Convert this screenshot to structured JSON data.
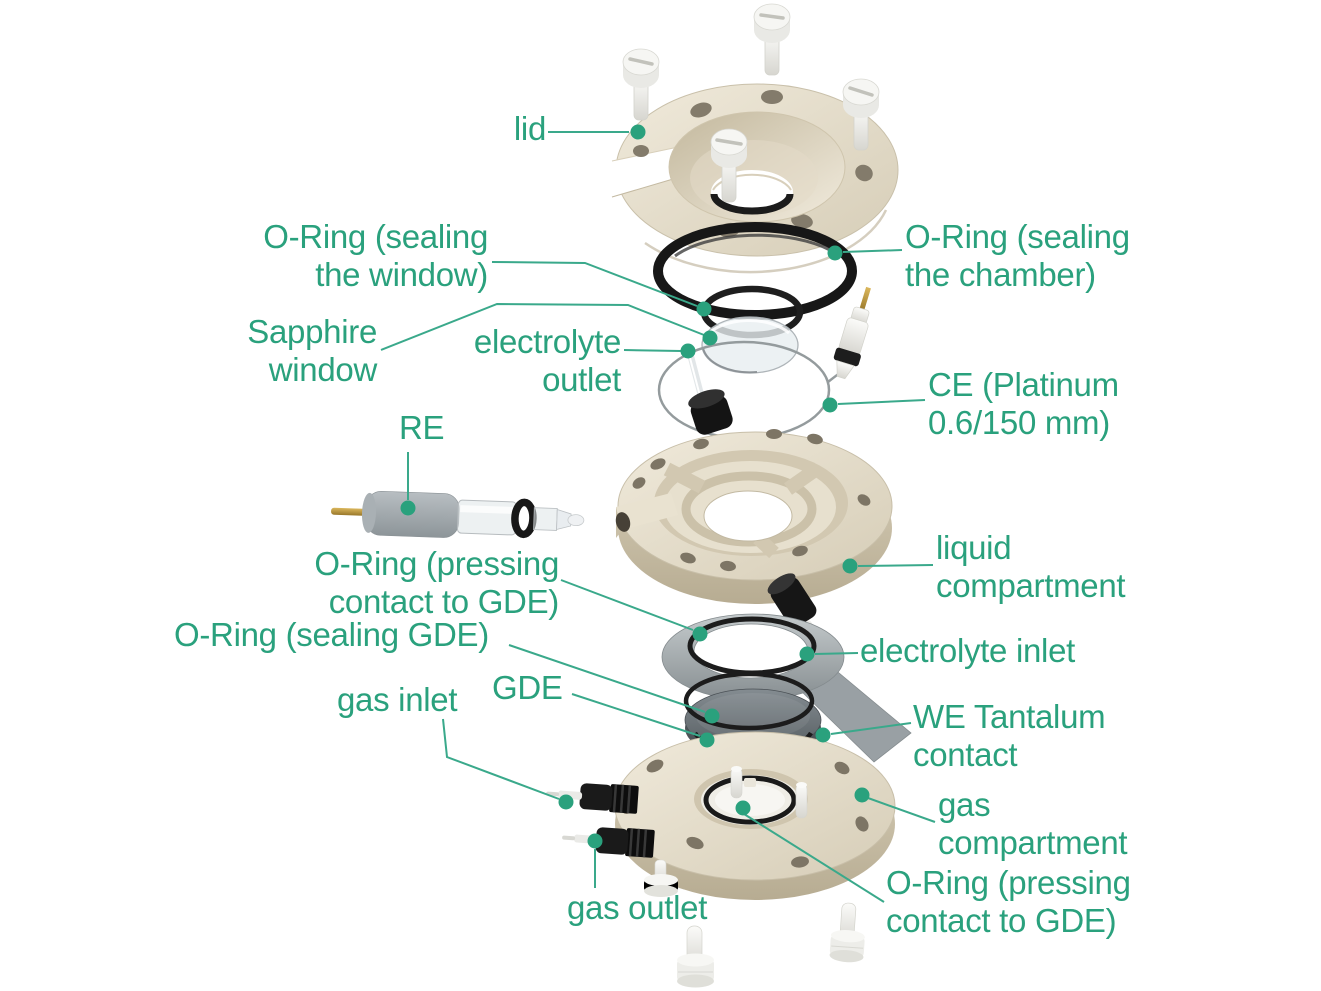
{
  "colors": {
    "accent": "#2aa17d",
    "leader_line": "#3aa98b",
    "body_plastic": "#e6dfcd",
    "oring_black": "#1a1a1a",
    "gde_gray": "#6a7176",
    "metal_gray": "#9aa1a5"
  },
  "labels": {
    "lid": "lid",
    "oring_sealing_window": "O-Ring (sealing\nthe window)",
    "oring_sealing_chamber": "O-Ring (sealing\nthe chamber)",
    "sapphire_window": "Sapphire\nwindow",
    "electrolyte_outlet": "electrolyte\noutlet",
    "ce": "CE (Platinum\n0.6/150 mm)",
    "re": "RE",
    "oring_pressing_top": "O-Ring (pressing\ncontact to GDE)",
    "liquid_compartment": "liquid\ncompartment",
    "oring_sealing_gde": "O-Ring (sealing GDE)",
    "electrolyte_inlet": "electrolyte inlet",
    "gas_inlet": "gas inlet",
    "gde": "GDE",
    "we_tantalum_contact": "WE Tantalum\ncontact",
    "gas_compartment": "gas\ncompartment",
    "oring_pressing_bottom": "O-Ring (pressing\ncontact to GDE)",
    "gas_outlet": "gas outlet"
  }
}
